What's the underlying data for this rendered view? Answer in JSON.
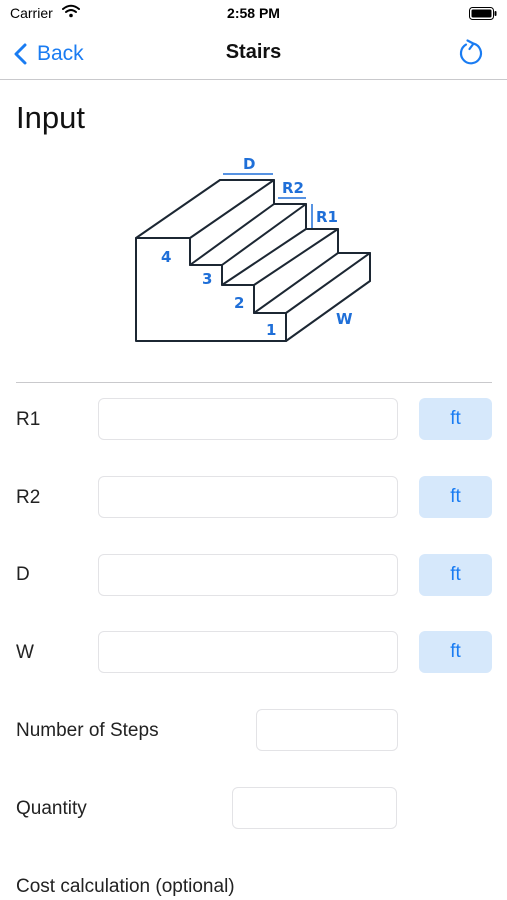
{
  "status_bar": {
    "carrier": "Carrier",
    "time": "2:58 PM"
  },
  "nav": {
    "back_label": "Back",
    "title": "Stairs"
  },
  "section_title": "Input",
  "diagram_labels": {
    "depth": "D",
    "riser2": "R2",
    "riser1": "R1",
    "width": "W",
    "step1": "1",
    "step2": "2",
    "step3": "3",
    "step4": "4"
  },
  "fields": {
    "r1": {
      "label": "R1",
      "value": "",
      "unit": "ft"
    },
    "r2": {
      "label": "R2",
      "value": "",
      "unit": "ft"
    },
    "d": {
      "label": "D",
      "value": "",
      "unit": "ft"
    },
    "w": {
      "label": "W",
      "value": "",
      "unit": "ft"
    },
    "steps": {
      "label": "Number of Steps",
      "value": ""
    },
    "quantity": {
      "label": "Quantity",
      "value": ""
    }
  },
  "cost_label": "Cost calculation (optional)",
  "colors": {
    "accent": "#1a7cf2",
    "unit_bg": "#d6e8fb",
    "diagram_label": "#1f6fd8",
    "diagram_line": "#1c2733"
  }
}
